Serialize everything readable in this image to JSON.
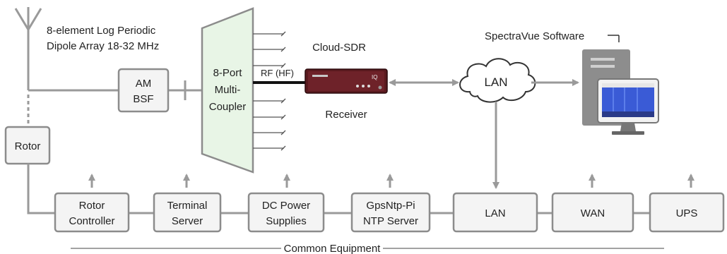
{
  "antenna": {
    "description_line1": "8-element Log Periodic",
    "description_line2": "Dipole Array 18-32 MHz"
  },
  "filter": {
    "line1": "AM",
    "line2": "BSF"
  },
  "rotor": {
    "label": "Rotor"
  },
  "coupler": {
    "line1": "8-Port",
    "line2": "Multi-",
    "line3": "Coupler"
  },
  "rf_label": "RF (HF)",
  "receiver": {
    "title": "Cloud-SDR",
    "caption": "Receiver"
  },
  "network_cloud": {
    "label": "LAN"
  },
  "software": {
    "label": "SpectraVue Software"
  },
  "equipment": [
    {
      "line1": "Rotor",
      "line2": "Controller"
    },
    {
      "line1": "Terminal",
      "line2": "Server"
    },
    {
      "line1": "DC Power",
      "line2": "Supplies"
    },
    {
      "line1": "GpsNtp-Pi",
      "line2": "NTP Server"
    },
    {
      "line1": "LAN",
      "line2": ""
    },
    {
      "line1": "WAN",
      "line2": ""
    },
    {
      "line1": "UPS",
      "line2": ""
    }
  ],
  "footer": {
    "label": "Common Equipment"
  },
  "colors": {
    "coupler_fill": "#e8f5e6",
    "box_fill": "#f4f4f4",
    "wire": "#9a9a9a",
    "receiver_body": "#5a1a1f",
    "monitor_screen": "#3a5bd6"
  }
}
